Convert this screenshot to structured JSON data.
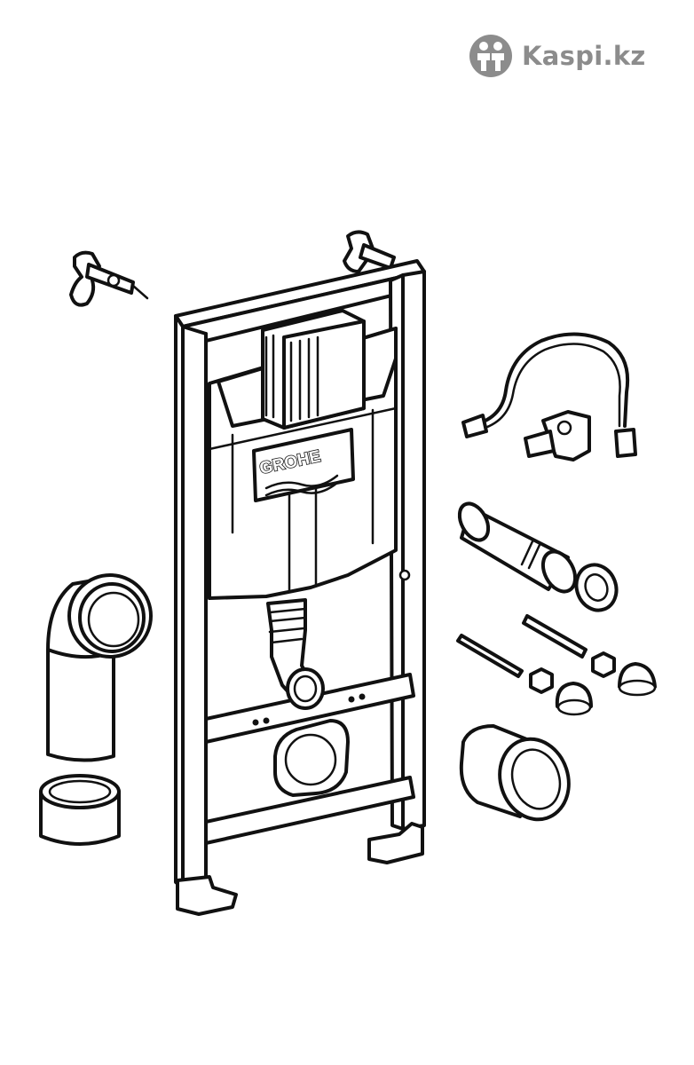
{
  "watermark": {
    "site": "Kaspi.kz",
    "color": "#8c8c8c"
  },
  "product": {
    "brand_mark": "GROHE"
  },
  "icons": [
    "kaspi-logo-icon",
    "installation-frame",
    "cistern",
    "flush-hose",
    "angle-valve",
    "drain-elbow",
    "pipe-sleeve",
    "bolts",
    "nuts",
    "caps",
    "mounting-brackets"
  ]
}
